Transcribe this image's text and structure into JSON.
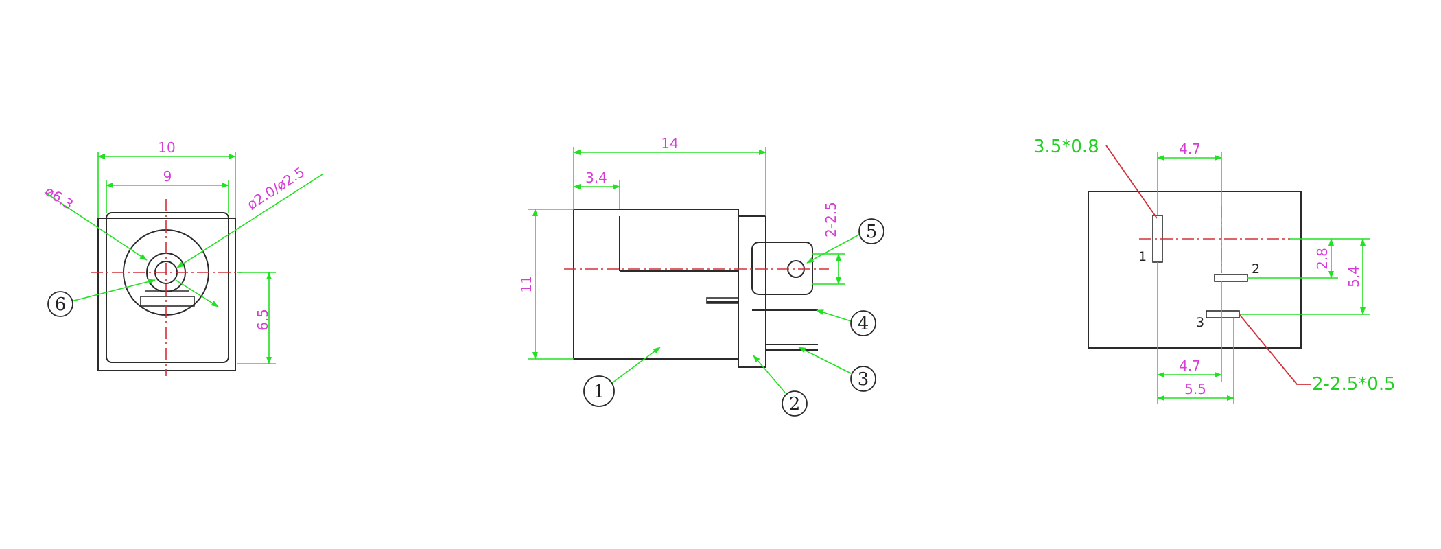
{
  "colors": {
    "outline": "#2b2b2b",
    "centerline": "#d0303a",
    "dimension": "#22e022",
    "dimension_text": "#d63cd6",
    "callout_text": "#22d022"
  },
  "front_view": {
    "dim_width_outer": "10",
    "dim_width_inner": "9",
    "dim_diameter_body": "ø6.3",
    "dim_diameter_pin": "ø2.0/ø2.5",
    "dim_height_center": "6.5",
    "balloon": "6"
  },
  "side_view": {
    "dim_length": "14",
    "dim_step": "3.4",
    "dim_height": "11",
    "dim_pin_hole": "2-2.5",
    "balloons": [
      "1",
      "2",
      "3",
      "4",
      "5"
    ]
  },
  "bottom_view": {
    "callout_pad_1": "3.5*0.8",
    "callout_pads_23": "2-2.5*0.5",
    "dim_top_offset": "4.7",
    "dim_bottom_offset": "4.7",
    "dim_bottom_span": "5.5",
    "dim_right_small": "2.8",
    "dim_right_large": "5.4",
    "pin_labels": [
      "1",
      "2",
      "3"
    ]
  }
}
